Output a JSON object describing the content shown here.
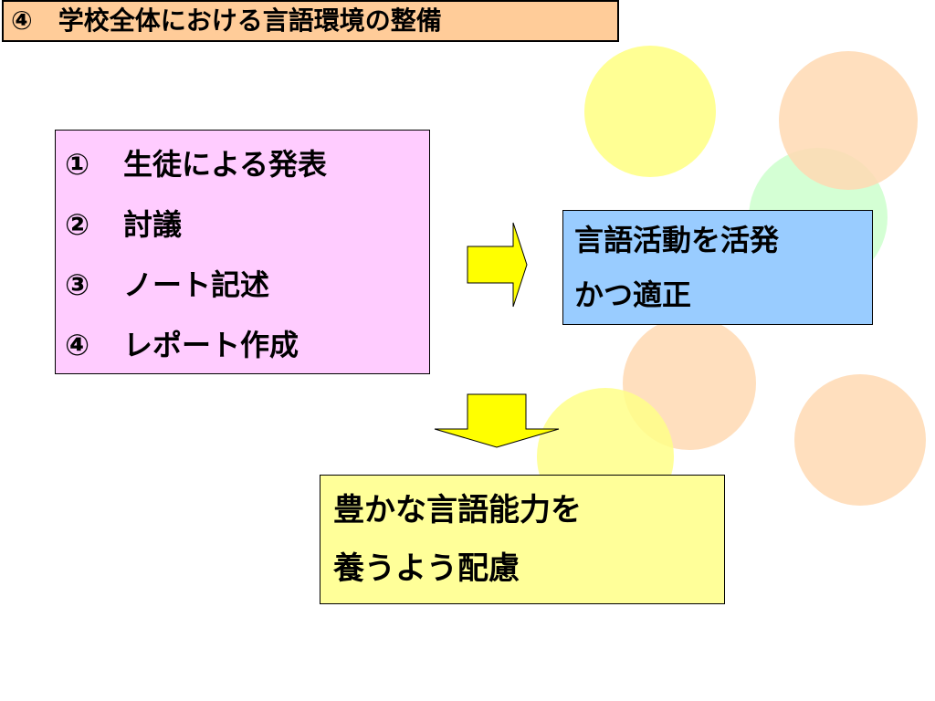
{
  "slide": {
    "title": "④　学校全体における言語環境の整備",
    "activities": [
      {
        "num": "①",
        "label": "生徒による発表"
      },
      {
        "num": "②",
        "label": "討議"
      },
      {
        "num": "③",
        "label": "ノート記述"
      },
      {
        "num": "④",
        "label": "レポート作成"
      }
    ],
    "result_line1": "言語活動を活発",
    "result_line2": "かつ適正",
    "goal_line1": "豊かな言語能力を",
    "goal_line2": "養うよう配慮"
  },
  "colors": {
    "title_bg": "#ffcc99",
    "activities_bg": "#ffccff",
    "result_bg": "#99ccff",
    "goal_bg": "#ffff99",
    "arrow_fill": "#ffff00",
    "circle_yellow": "#ffff88",
    "circle_orange": "#ffd9b3",
    "circle_green": "#ccffcc"
  },
  "icons": {
    "right_arrow": "right-arrow-icon",
    "down_arrow": "down-arrow-icon"
  }
}
